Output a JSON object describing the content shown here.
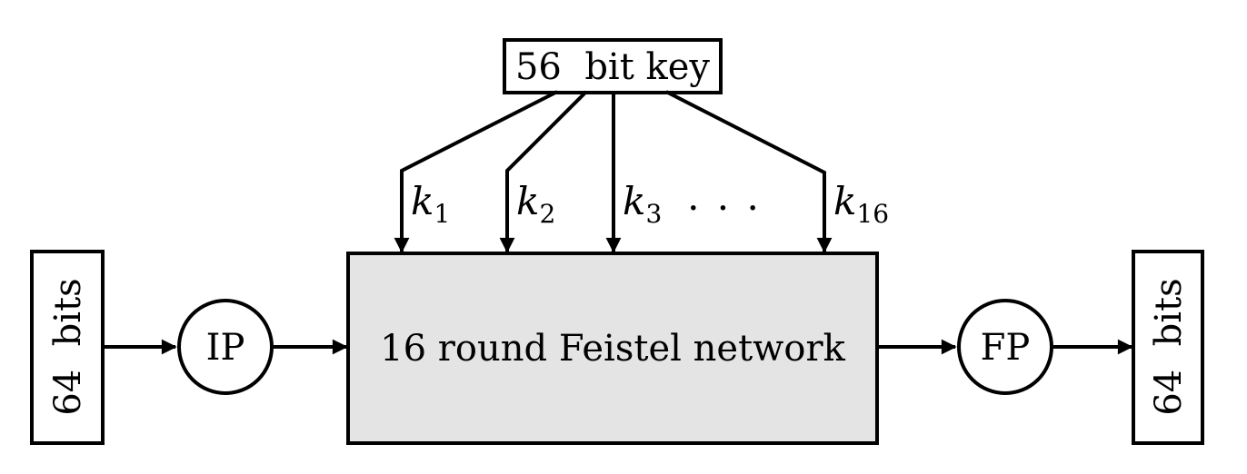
{
  "diagram": {
    "key_box": {
      "label": "56  bit key"
    },
    "subkeys": [
      {
        "base": "k",
        "sub": "1"
      },
      {
        "base": "k",
        "sub": "2"
      },
      {
        "base": "k",
        "sub": "3"
      },
      {
        "base": "k",
        "sub": "16"
      }
    ],
    "ellipsis": ". . .",
    "feistel_box": {
      "label": "16 round Feistel network"
    },
    "input_box": {
      "label": "64  bits"
    },
    "ip_node": {
      "label": "IP"
    },
    "fp_node": {
      "label": "FP"
    },
    "output_box": {
      "label": "64  bits"
    },
    "colors": {
      "stroke": "#000000",
      "feistel_fill": "#e4e4e4",
      "box_fill": "#ffffff",
      "background": "#ffffff"
    }
  }
}
